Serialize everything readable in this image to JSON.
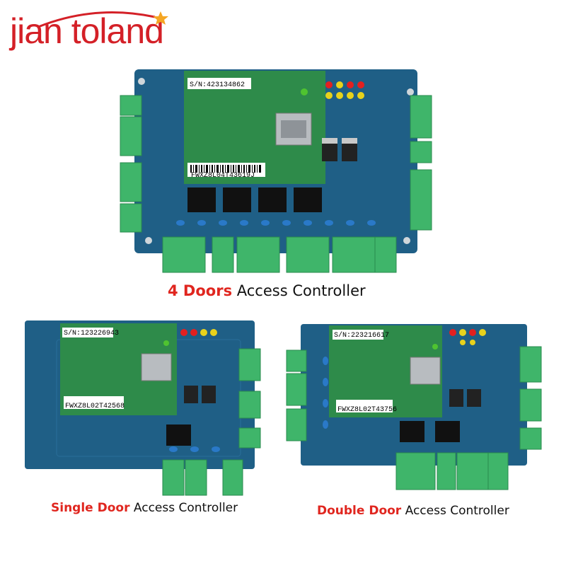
{
  "brand": {
    "logo_text": "jian toland",
    "color": "#d42027",
    "star_color": "#f5a623"
  },
  "products": {
    "four_door": {
      "caption_highlight": "4 Doors",
      "caption_rest": " Access Controller",
      "serial": "S/N:423134862",
      "barcode_text": "FWXZ8L04T43619J"
    },
    "single_door": {
      "caption_highlight": "Single Door",
      "caption_rest": " Access Controller",
      "serial": "S/N:123226943",
      "barcode_text": "FWXZ8L02T42568"
    },
    "double_door": {
      "caption_highlight": "Double Door",
      "caption_rest": " Access Controller",
      "serial": "S/N:223216617",
      "barcode_text": "FWXZ8L02T43756"
    }
  },
  "colors": {
    "pcb_blue": "#1f5f86",
    "pcb_blue_dark": "#184b6b",
    "module_green": "#2e8b4a",
    "terminal_green": "#3fb56a",
    "highlight_red": "#e0261f"
  }
}
